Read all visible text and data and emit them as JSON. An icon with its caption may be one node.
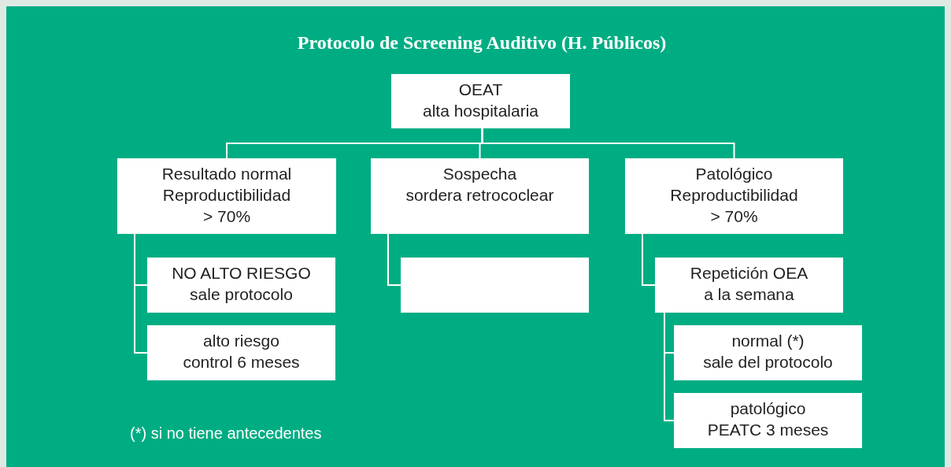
{
  "diagram": {
    "title": "Protocolo de Screening Auditivo (H. Públicos)",
    "nodes": [
      {
        "text": [
          "OEAT alta hospitalaria"
        ]
      },
      {
        "text": [
          "Resultado normal Reproductibilidad > 70%"
        ]
      },
      {
        "text": [
          "Sospecha sordera retrococlear"
        ]
      },
      {
        "text": [
          "Patológico Reproductibilidad > 70%"
        ]
      },
      {
        "text": [
          "NO ALTO RIESGO sale protocolo"
        ]
      },
      {
        "text": [
          "alto riesgo control 6 meses"
        ]
      },
      {
        "text": [],
        "shape": "box"
      },
      {
        "text": [
          "Repetición OEA a la semana"
        ]
      },
      {
        "text": [
          "normal (*) sale del protocolo"
        ]
      },
      {
        "text": [
          "patológico PEATC 3 meses"
        ]
      }
    ],
    "edges": [
      {
        "from": 0,
        "to": 1,
        "arrow": "none"
      },
      {
        "from": 0,
        "to": 2,
        "arrow": "none"
      },
      {
        "from": 0,
        "to": 3,
        "arrow": "none"
      },
      {
        "from": 1,
        "to": 4,
        "arrow": "none"
      },
      {
        "from": 1,
        "to": 5,
        "arrow": "none"
      },
      {
        "from": 2,
        "to": 6,
        "arrow": "none"
      },
      {
        "from": 3,
        "to": 7,
        "arrow": "none"
      },
      {
        "from": 7,
        "to": 8,
        "arrow": "none"
      },
      {
        "from": 7,
        "to": 9,
        "arrow": "none"
      }
    ],
    "labels": [
      "(*) si no tiene antecedentes"
    ]
  }
}
